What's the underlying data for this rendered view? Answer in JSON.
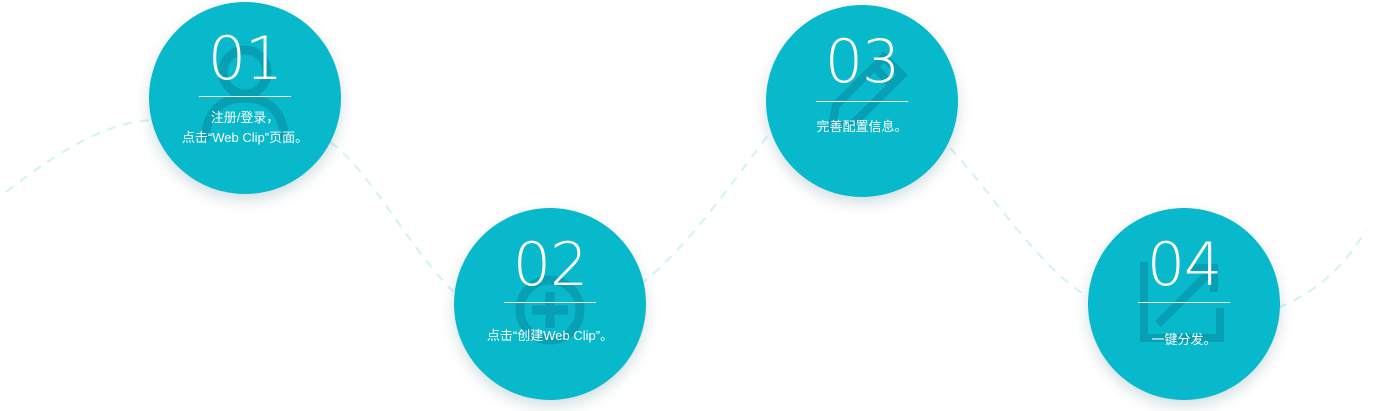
{
  "colors": {
    "circle": "#08b8cb",
    "connector": "#d4f1f5",
    "text": "#ffffff"
  },
  "steps": [
    {
      "number": "01",
      "lines": [
        "注册/登录，",
        "点击“Web Clip”页面。"
      ],
      "icon": "user-icon"
    },
    {
      "number": "02",
      "lines": [
        "点击“创建Web Clip”。"
      ],
      "icon": "add-circle-icon"
    },
    {
      "number": "03",
      "lines": [
        "完善配置信息。"
      ],
      "icon": "pencil-icon"
    },
    {
      "number": "04",
      "lines": [
        "一键分发。"
      ],
      "icon": "share-icon"
    }
  ]
}
